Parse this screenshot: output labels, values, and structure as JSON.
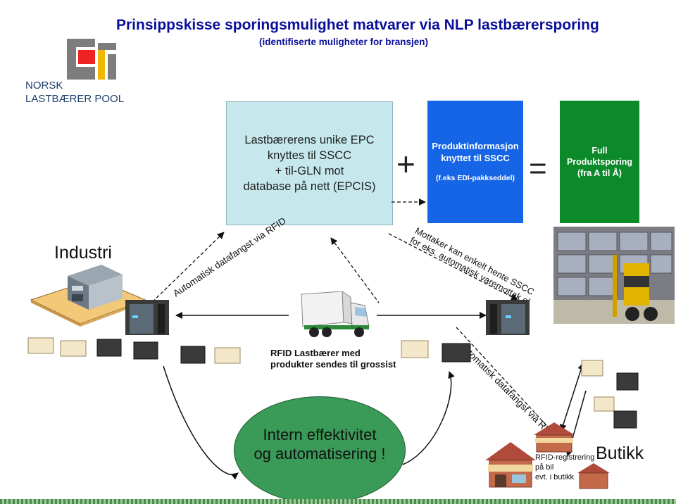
{
  "header": {
    "title": "Prinsippskisse sporingsmulighet matvarer via NLP lastbærersporing",
    "subtitle": "(identifiserte muligheter for bransjen)"
  },
  "logo": {
    "line1": "NORSK",
    "line2": "LASTBÆRER POOL"
  },
  "boxes": {
    "epc": [
      "Lastbærerens unike EPC",
      "knyttes til SSCC",
      "+ til-GLN mot",
      "database på nett (EPCIS)"
    ],
    "product": [
      "Produktinformasjon",
      "knyttet til SSCC",
      "(f.eks EDI-pakkseddel)"
    ],
    "full": [
      "Full",
      "Produktsporing",
      "(fra A til Å)"
    ]
  },
  "operators": {
    "plus": "+",
    "equals": "="
  },
  "labels": {
    "industri": "Industri",
    "rfid_left": "Automatisk datafangst via RFID",
    "mottaker": [
      "Mottaker kan enkelt hente SSCC",
      "for eks. automatisk varemottak el."
    ],
    "rfid_right": "Automatisk datafangst via RFID",
    "grossist": [
      "RFID Lastbærer med",
      "produkter sendes til grossist"
    ],
    "ellipse": [
      "Intern effektivitet",
      "og automatisering !"
    ],
    "registrering": [
      "RFID-registrering",
      "på bil",
      "evt. i butikk"
    ],
    "butikk": "Butikk"
  },
  "colors": {
    "title": "#0a0f9a",
    "epc_box": "#c6e8ec",
    "product_box": "#1565e6",
    "full_box": "#0c8a2a",
    "ellipse": "#3a9a58"
  }
}
